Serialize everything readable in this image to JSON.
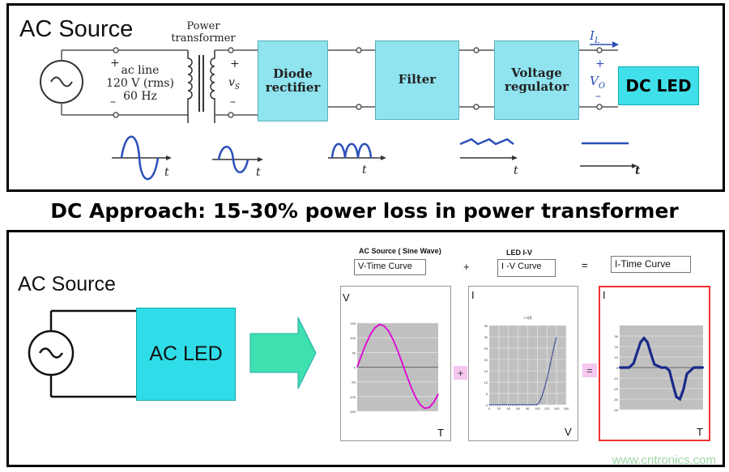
{
  "top": {
    "title": "AC Source",
    "transformer_label": "Power\ntransformer",
    "ac_line": "ac line\n120 V (rms)\n60 Hz",
    "plus": "+",
    "minus": "–",
    "vs": "v",
    "vs_sub": "S",
    "blocks": [
      "Diode\nrectifier",
      "Filter",
      "Voltage\nregulator"
    ],
    "il": "I",
    "il_sub": "L",
    "vo": "V",
    "vo_sub": "O",
    "dc_led": "DC LED",
    "t": "t"
  },
  "headline": "DC Approach: 15-30% power loss in power transformer",
  "bottom": {
    "title": "AC Source",
    "ac_led": "AC LED",
    "ac_source_label": "AC Source ( Sine Wave)",
    "v_time": "V-Time Curve",
    "led_iv_label": "LED I-V",
    "iv_curve": "I -V Curve",
    "i_time": "I-Time Curve",
    "plus_op": "+",
    "eq_op": "=",
    "chart1": {
      "y": "V",
      "x": "T",
      "pink": "+"
    },
    "chart2": {
      "y": "I",
      "x": "V",
      "title": "I-V(f)"
    },
    "chart3": {
      "y": "I",
      "x": "T",
      "pink": "="
    }
  },
  "watermark": "www.cntronics.com",
  "chart_data": [
    {
      "type": "line",
      "title": "",
      "xlabel": "T",
      "ylabel": "V",
      "ylim": [
        -150,
        150
      ],
      "yticks": [
        150,
        100,
        50,
        0,
        -50,
        -100,
        -150
      ],
      "series": [
        {
          "x": [
            0,
            20,
            40,
            60,
            80,
            100,
            120,
            140,
            160,
            180,
            200,
            220,
            240,
            260,
            280,
            300,
            320,
            340,
            360
          ],
          "values": [
            0,
            42,
            81,
            113,
            135,
            145,
            140,
            122,
            93,
            56,
            14,
            -28,
            -69,
            -103,
            -128,
            -140,
            -137,
            -120,
            -91
          ]
        }
      ],
      "color": "#e000d8"
    },
    {
      "type": "line",
      "title": "I-V(f)",
      "xlabel": "V",
      "ylabel": "I",
      "xlim": [
        0,
        160
      ],
      "ylim": [
        0,
        35
      ],
      "xticks": [
        0,
        20,
        40,
        60,
        80,
        100,
        120,
        140,
        160
      ],
      "yticks": [
        0,
        5,
        10,
        15,
        20,
        25,
        30,
        35
      ],
      "series": [
        {
          "x": [
            0,
            20,
            40,
            60,
            80,
            100,
            105,
            110,
            115,
            120,
            125,
            130,
            135,
            140
          ],
          "values": [
            0,
            0,
            0,
            0,
            0,
            0,
            1.5,
            4,
            7.5,
            11.5,
            16,
            21,
            26,
            30
          ]
        }
      ],
      "color": "#1a2a8a"
    },
    {
      "type": "line",
      "title": "",
      "xlabel": "T",
      "ylabel": "I",
      "ylim": [
        -40,
        40
      ],
      "yticks": [
        30,
        20,
        10,
        0,
        -10,
        -20,
        -30,
        -40
      ],
      "series": [
        {
          "x": [
            0,
            40,
            60,
            75,
            90,
            105,
            120,
            135,
            150,
            180,
            200,
            215,
            230,
            245,
            260,
            275,
            290,
            320,
            360
          ],
          "values": [
            0,
            0,
            4,
            14,
            24,
            28,
            24,
            13,
            3,
            0,
            0,
            -3,
            -16,
            -28,
            -30,
            -21,
            -6,
            0,
            0
          ]
        }
      ],
      "color": "#1a2a8a"
    }
  ]
}
